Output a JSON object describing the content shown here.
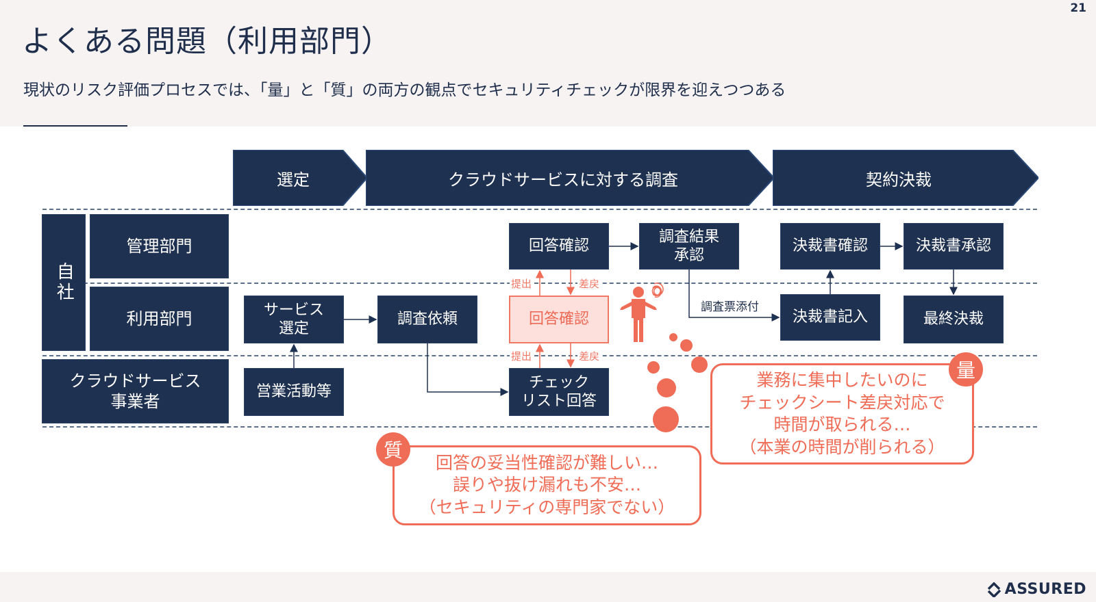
{
  "header": {
    "title": "よくある問題（利用部門）",
    "subtitle": "現状のリスク評価プロセスでは、「量」と「質」の両方の観点でセキュリティチェックが限界を迎えつつある",
    "page_number": "21"
  },
  "phases": [
    {
      "label": "選定"
    },
    {
      "label": "クラウドサービスに対する調査"
    },
    {
      "label": "契約決裁"
    }
  ],
  "lanes": {
    "company_group": "自社",
    "admin_dept": "管理部門",
    "user_dept": "利用部門",
    "vendor": "クラウドサービス\n事業者"
  },
  "steps": {
    "service_selection": "サービス\n選定",
    "sales_activities": "営業活動等",
    "survey_request": "調査依頼",
    "admin_answer_check": "回答確認",
    "user_answer_check": "回答確認",
    "checklist_answer": "チェック\nリスト回答",
    "survey_result_approval": "調査結果\n承認",
    "approval_doc_check": "決裁書確認",
    "approval_doc_approve": "決裁書承認",
    "approval_doc_entry": "決裁書記入",
    "final_approval": "最終決裁"
  },
  "flow_labels": {
    "submit_upper": "提出",
    "return_upper": "差戻",
    "submit_lower": "提出",
    "return_lower": "差戻",
    "attach_survey": "調査票添付"
  },
  "callouts": {
    "quantity": {
      "badge": "量",
      "lines": [
        "業務に集中したいのに",
        "チェックシート差戻対応で",
        "時間が取られる…",
        "（本業の時間が削られる）"
      ]
    },
    "quality": {
      "badge": "質",
      "lines": [
        "回答の妥当性確認が難しい…",
        "誤りや抜け漏れも不安…",
        "（セキュリティの専門家でない）"
      ]
    }
  },
  "footer": {
    "logo_text": "ASSURED"
  },
  "colors": {
    "navy": "#1f3150",
    "accent": "#ef6c56",
    "pink_fill": "#fde0dc",
    "header_bg": "#f6f3f2"
  }
}
